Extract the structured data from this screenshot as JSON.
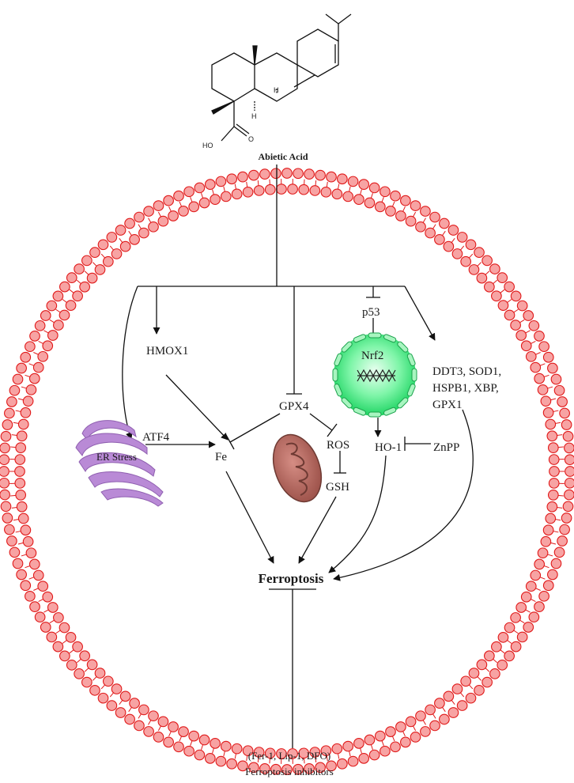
{
  "compound": {
    "name": "Abietic Acid",
    "ho_label": "HO",
    "o_label": "O",
    "h_label": "H"
  },
  "labels": {
    "hmox1": "HMOX1",
    "p53": "p53",
    "nrf2": "Nrf2",
    "gpx4": "GPX4",
    "ddt3": "DDT3, SOD1,",
    "hspb1": "HSPB1, XBP,",
    "gpx1": "GPX1",
    "atf4": "ATF4",
    "er_stress": "ER Stress",
    "fe": "Fe",
    "ros": "ROS",
    "gsh": "GSH",
    "ho1": "HO-1",
    "znpp": "ZnPP",
    "ferroptosis": "Ferroptosis",
    "inhibitors_list": "(Fer-1, Lip-1, DFO)",
    "inhibitors_title": "Ferroptosis inhibitors"
  },
  "colors": {
    "membrane_head_fill": "#f7a3a3",
    "membrane_head_stroke": "#e01818",
    "membrane_tail": "#e01818",
    "er_fill": "#b98ad6",
    "er_stroke": "#8f5fb0",
    "mito_fill": "#b56b62",
    "mito_stroke": "#6e3a33",
    "nucleus_fill": "#36e876",
    "nucleus_edge": "#1aa24c"
  }
}
